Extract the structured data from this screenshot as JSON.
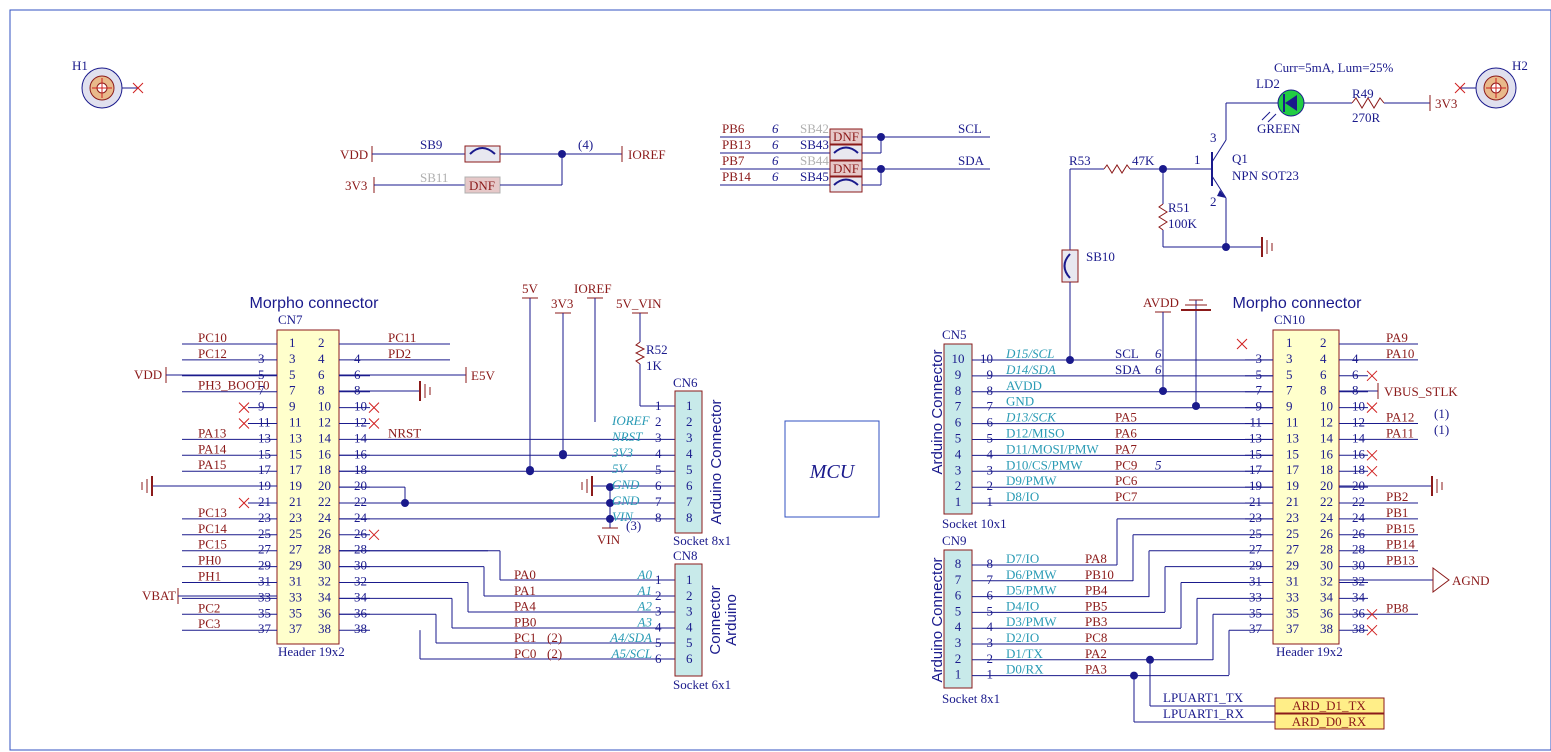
{
  "mounting_holes": [
    "H1",
    "H2"
  ],
  "bridges": {
    "sb9": "SB9",
    "sb11": "SB11",
    "dnf": "DNF",
    "ioref_note": "(4)",
    "sb42": "SB42",
    "sb43": "SB43",
    "sb44": "SB44",
    "sb45": "SB45",
    "sb10": "SB10",
    "circle6": "6",
    "circle5": "5"
  },
  "power": {
    "vdd": "VDD",
    "v3v3": "3V3",
    "ioref": "IOREF",
    "v5": "5V",
    "v5vin": "5V_VIN",
    "e5v": "E5V",
    "vbat": "VBAT",
    "vin": "VIN",
    "vin_note": "(3)",
    "avdd": "AVDD",
    "agnd": "AGND",
    "vbus_stlk": "VBUS_STLK"
  },
  "i2c": {
    "pb6": "PB6",
    "pb13": "PB13",
    "pb7": "PB7",
    "pb14": "PB14",
    "scl": "SCL",
    "sda": "SDA"
  },
  "led_circuit": {
    "curr": "Curr=5mA, Lum=25%",
    "ld2": "LD2",
    "green": "GREEN",
    "r49": "R49",
    "r49v": "270R",
    "r53": "R53",
    "r53v": "47K",
    "r51": "R51",
    "r51v": "100K",
    "q1": "Q1",
    "q1v": "NPN SOT23",
    "pin1": "1",
    "pin2": "2",
    "pin3": "3"
  },
  "r52": {
    "name": "R52",
    "value": "1K"
  },
  "mcu": "MCU",
  "cn7": {
    "title": "Morpho connector",
    "ref": "CN7",
    "footer": "Header 19x2",
    "left_nets": [
      "PC10",
      "PC12",
      "",
      "PH3_BOOT0",
      "",
      "",
      "PA13",
      "PA14",
      "PA15",
      "",
      "",
      "PC13",
      "PC14",
      "PC15",
      "PH0",
      "PH1",
      "",
      "PC2",
      "PC3"
    ],
    "right_nets": [
      "PC11",
      "PD2",
      "",
      "",
      "",
      "",
      "NRST",
      "",
      "",
      "",
      "",
      "",
      "",
      "",
      "",
      "",
      "",
      "",
      ""
    ],
    "left_pins": [
      "1",
      "3",
      "5",
      "7",
      "9",
      "11",
      "13",
      "15",
      "17",
      "19",
      "21",
      "23",
      "25",
      "27",
      "29",
      "31",
      "33",
      "35",
      "37"
    ],
    "right_pins": [
      "2",
      "4",
      "6",
      "8",
      "10",
      "12",
      "14",
      "16",
      "18",
      "20",
      "22",
      "24",
      "26",
      "28",
      "30",
      "32",
      "34",
      "36",
      "38"
    ]
  },
  "cn6": {
    "ref": "CN6",
    "title": "Arduino Connector",
    "footer": "Socket 8x1",
    "signals": [
      "",
      "IOREF",
      "NRST",
      "3V3",
      "5V",
      "GND",
      "GND",
      "VIN"
    ],
    "pins": [
      "1",
      "2",
      "3",
      "4",
      "5",
      "6",
      "7",
      "8"
    ]
  },
  "cn8": {
    "ref": "CN8",
    "title1": "Connector",
    "title2": "Arduino",
    "footer": "Socket 6x1",
    "signals": [
      "A0",
      "A1",
      "A2",
      "A3",
      "A4/SDA",
      "A5/SCL"
    ],
    "nets": [
      "PA0",
      "PA1",
      "PA4",
      "PB0",
      "PC1",
      "PC0"
    ],
    "notes": [
      "",
      "",
      "",
      "",
      "(2)",
      "(2)"
    ],
    "pins": [
      "1",
      "2",
      "3",
      "4",
      "5",
      "6"
    ]
  },
  "cn5": {
    "ref": "CN5",
    "title": "Arduino Connector",
    "footer": "Socket 10x1",
    "pins": [
      "10",
      "9",
      "8",
      "7",
      "6",
      "5",
      "4",
      "3",
      "2",
      "1"
    ],
    "signals": [
      "D15/SCL",
      "D14/SDA",
      "AVDD",
      "GND",
      "D13/SCK",
      "D12/MISO",
      "D11/MOSI/PMW",
      "D10/CS/PMW",
      "D9/PMW",
      "D8/IO"
    ],
    "nets": [
      "SCL",
      "SDA",
      "",
      "",
      "PA5",
      "PA6",
      "PA7",
      "PC9",
      "PC6",
      "PC7"
    ]
  },
  "cn9": {
    "ref": "CN9",
    "title": "Arduino Connector",
    "footer": "Socket 8x1",
    "pins": [
      "8",
      "7",
      "6",
      "5",
      "4",
      "3",
      "2",
      "1"
    ],
    "signals": [
      "D7/IO",
      "D6/PMW",
      "D5/PMW",
      "D4/IO",
      "D3/PMW",
      "D2/IO",
      "D1/TX",
      "D0/RX"
    ],
    "nets": [
      "PA8",
      "PB10",
      "PB4",
      "PB5",
      "PB3",
      "PC8",
      "PA2",
      "PA3"
    ]
  },
  "cn10": {
    "title": "Morpho connector",
    "ref": "CN10",
    "footer": "Header 19x2",
    "left_pins": [
      "1",
      "3",
      "5",
      "7",
      "9",
      "11",
      "13",
      "15",
      "17",
      "19",
      "21",
      "23",
      "25",
      "27",
      "29",
      "31",
      "33",
      "35",
      "37"
    ],
    "right_pins": [
      "2",
      "4",
      "6",
      "8",
      "10",
      "12",
      "14",
      "16",
      "18",
      "20",
      "22",
      "24",
      "26",
      "28",
      "30",
      "32",
      "34",
      "36",
      "38"
    ],
    "left_outer": [
      "",
      "3",
      "5",
      "7",
      "9",
      "11",
      "13",
      "15",
      "17",
      "19",
      "21",
      "23",
      "25",
      "27",
      "29",
      "31",
      "33",
      "35",
      "37"
    ],
    "right_outer": [
      "",
      "4",
      "6",
      "8",
      "10",
      "12",
      "14",
      "16",
      "18",
      "20",
      "22",
      "24",
      "26",
      "28",
      "30",
      "32",
      "34",
      "36",
      "38"
    ],
    "right_nets": [
      "PA9",
      "PA10",
      "",
      "",
      "",
      "PA12",
      "PA11",
      "",
      "",
      "",
      "PB2",
      "PB1",
      "PB15",
      "PB14",
      "PB13",
      "",
      "",
      "PB8",
      ""
    ],
    "notes": {
      "pa12": "(1)",
      "pa11": "(1)"
    }
  },
  "lpuart": {
    "tx": "LPUART1_TX",
    "rx": "LPUART1_RX",
    "tx_port": "ARD_D1_TX",
    "rx_port": "ARD_D0_RX"
  },
  "colors": {
    "wire": "#1a1a8c",
    "part": "#8b1a1a",
    "socket_fill": "#c8eaea",
    "header_fill": "#ffffcc",
    "port_fill": "#ffee88",
    "signal": "#2a9bb5"
  }
}
